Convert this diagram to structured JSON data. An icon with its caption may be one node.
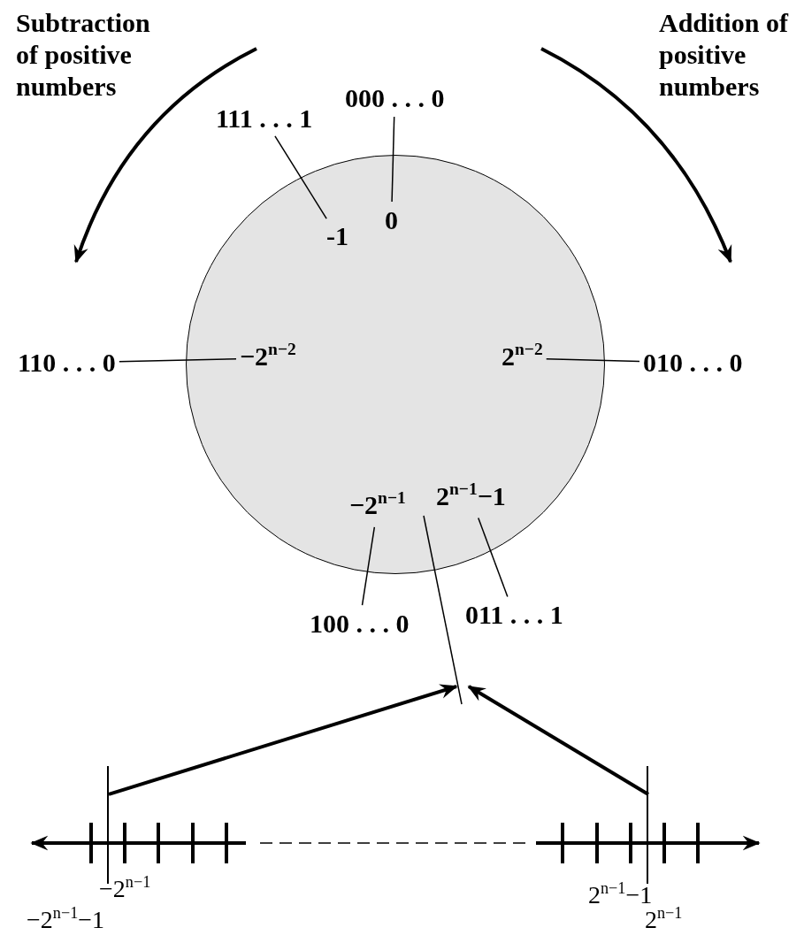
{
  "diagram": {
    "nodes": [
      {
        "text": [],
        "shape": "circle"
      },
      {
        "text": [
          "000 . . . 0"
        ]
      },
      {
        "text": [
          "0"
        ],
        "in": 0
      },
      {
        "text": [
          "111 . . . 1"
        ]
      },
      {
        "text": [
          "-1"
        ],
        "in": 0
      },
      {
        "text": [
          "110 . . . 0"
        ]
      },
      {
        "text": [
          "−2$^{n−2}$"
        ],
        "in": 0
      },
      {
        "text": [
          "2$^{n−2}$"
        ],
        "in": 0
      },
      {
        "text": [
          "010 . . . 0"
        ]
      },
      {
        "text": [
          "−2$^{n−1}$"
        ],
        "in": 0
      },
      {
        "text": [
          "2$^{n−1}$−1"
        ],
        "in": 0
      },
      {
        "text": [
          "100 . . . 0"
        ]
      },
      {
        "text": [
          "011 . . . 1"
        ]
      },
      {
        "text": [],
        "shape": "bar"
      },
      {
        "text": [],
        "shape": "bar"
      }
    ],
    "edges": [
      {
        "from": 1,
        "to": 2,
        "arrow": "none"
      },
      {
        "from": 3,
        "to": 4,
        "arrow": "none"
      },
      {
        "from": 5,
        "to": 6,
        "arrow": "none"
      },
      {
        "from": 8,
        "to": 7,
        "arrow": "none"
      },
      {
        "from": 11,
        "to": 9,
        "arrow": "none"
      },
      {
        "from": 12,
        "to": 10,
        "arrow": "none"
      },
      {
        "from": 13,
        "to": null,
        "arrow": "to",
        "style": "thick"
      },
      {
        "from": 14,
        "to": null,
        "arrow": "to",
        "style": "thick"
      }
    ],
    "labels": [
      "Subtraction of positive numbers",
      "Addition of positive numbers",
      "−2$^{n−1}$",
      "−2$^{n−1}$−1",
      "2$^{n−1}$−1",
      "2$^{n−1}$"
    ]
  }
}
